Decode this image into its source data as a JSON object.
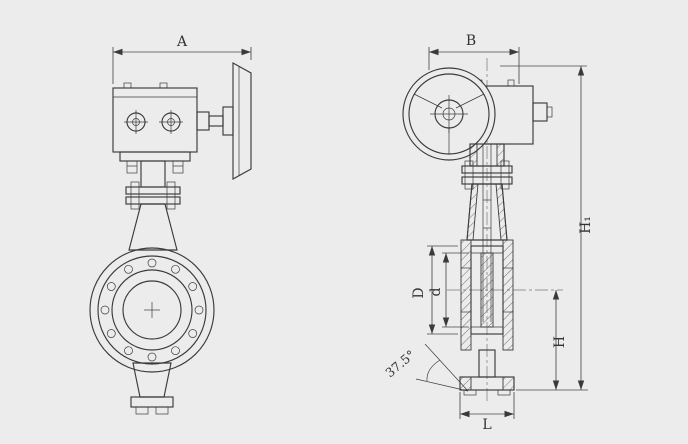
{
  "drawing": {
    "colors": {
      "background": "#ececec",
      "line": "#3b3b3b",
      "text": "#333333"
    },
    "labels": {
      "A": "A",
      "B": "B",
      "D": "D",
      "d": "d",
      "H": "H",
      "H1": "H₁",
      "L": "L",
      "angle": "37.5°"
    }
  }
}
